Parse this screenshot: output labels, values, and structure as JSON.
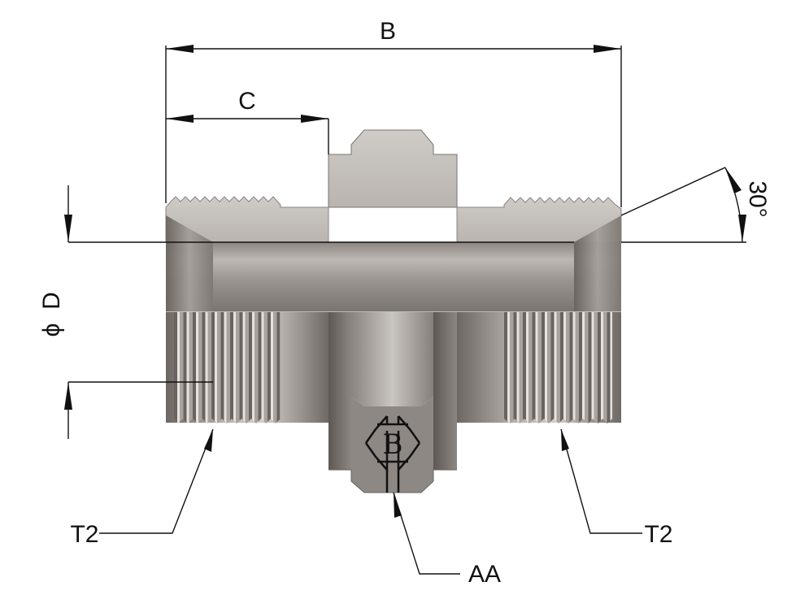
{
  "dimensions": {
    "overall_length": "B",
    "thread_length": "C",
    "diameter_symbol": "ϕ",
    "diameter": "D",
    "angle": "30°"
  },
  "callouts": {
    "thread_left": "T2",
    "thread_right": "T2",
    "hex": "AA"
  },
  "logo": {
    "letter": "B"
  },
  "colors": {
    "metal_light": "#d8d4d0",
    "metal_mid": "#a8a29e",
    "metal_dark": "#6e6864",
    "line": "#111111"
  }
}
